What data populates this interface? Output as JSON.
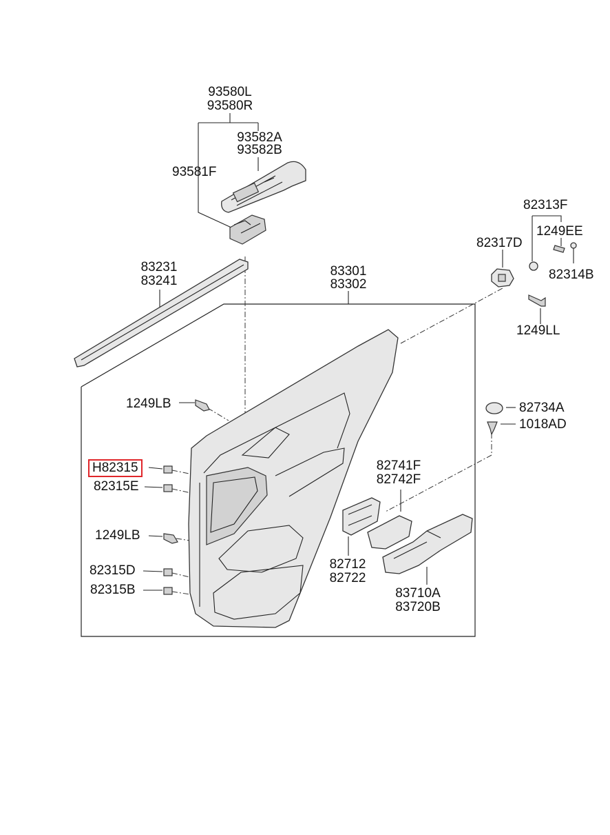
{
  "labels": {
    "switch_assy": [
      "93580L",
      "93580R"
    ],
    "switch_bezel": [
      "93582A",
      "93582B"
    ],
    "switch_unit": "93581F",
    "weatherstrip": [
      "83231",
      "83241"
    ],
    "door_trim": [
      "83301",
      "83302"
    ],
    "clip_group": "82313F",
    "screw_ee": "1249EE",
    "bracket": "82317D",
    "washer": "82314B",
    "screw_ll": "1249LL",
    "screw_lb_top": "1249LB",
    "cap": "82734A",
    "clip_ad": "1018AD",
    "highlighted_clip": "H82315",
    "clip_e": "82315E",
    "cover": [
      "82741F",
      "82742F"
    ],
    "screw_lb_bottom": "1249LB",
    "clip_d": "82315D",
    "handle_bezel": [
      "82712",
      "82722"
    ],
    "clip_b": "82315B",
    "armrest": [
      "83710A",
      "83720B"
    ]
  },
  "colors": {
    "highlight": "#e0262a",
    "line": "#222222",
    "part_fill": "#e7e7e7"
  }
}
